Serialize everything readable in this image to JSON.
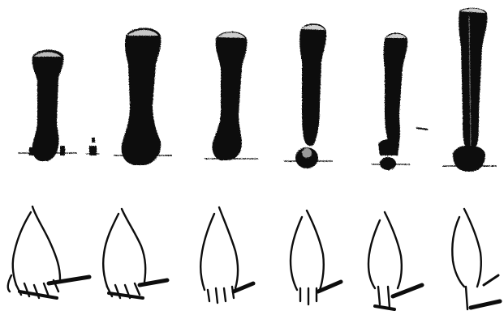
{
  "figure": {
    "ink_color": "#0d0d0d",
    "paper_color": "#ffffff",
    "top_row": {
      "description_icon": "foot-bones-icon",
      "specimens": [
        "stage-1",
        "stage-2",
        "stage-3",
        "stage-4",
        "stage-5",
        "stage-6"
      ]
    },
    "bottom_row": {
      "description_icon": "hand-icon",
      "hands": [
        "hand-1",
        "hand-2",
        "hand-3",
        "hand-4",
        "hand-5",
        "hand-6"
      ]
    }
  }
}
